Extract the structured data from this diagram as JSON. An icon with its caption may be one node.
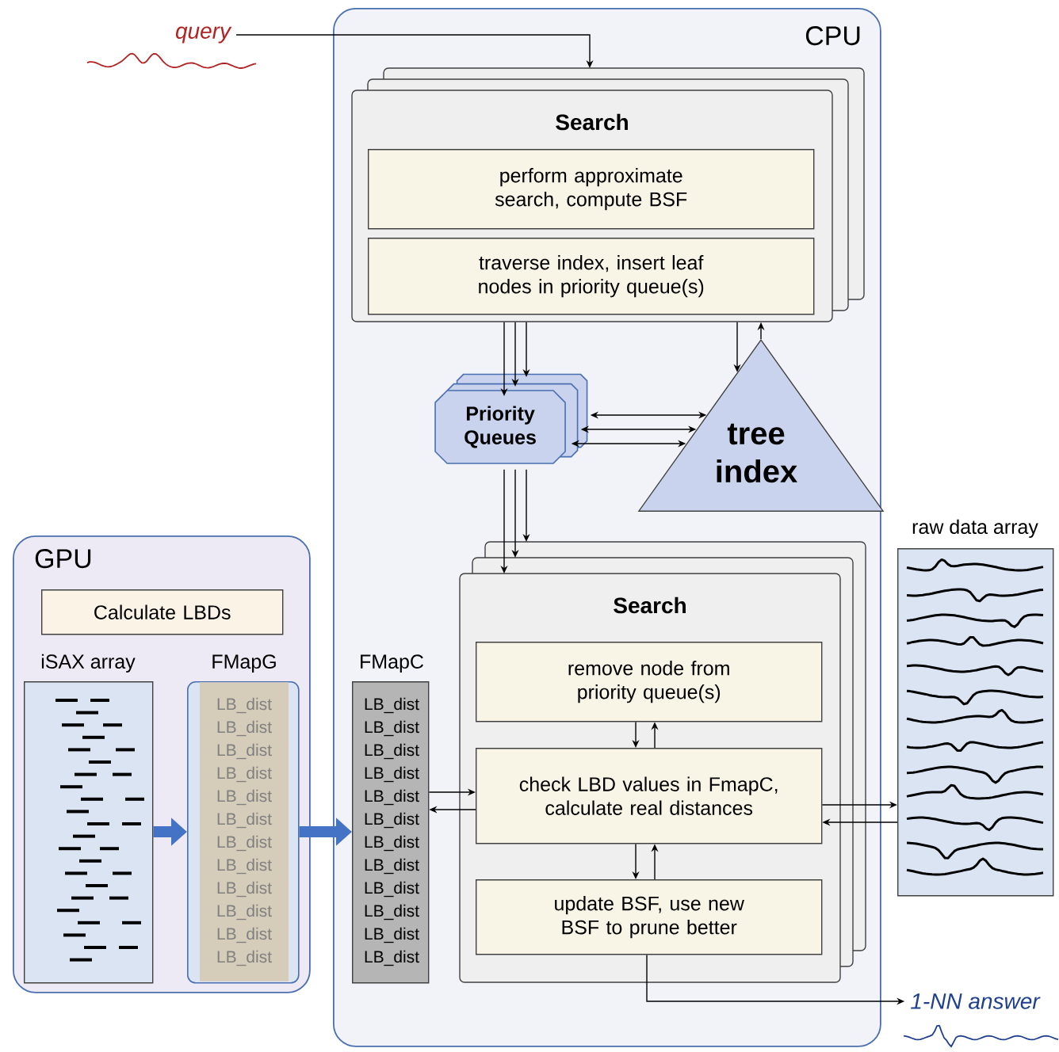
{
  "diagram": {
    "nodes": [
      {
        "text": [
          "CPU"
        ]
      },
      {
        "text": [
          "Search"
        ],
        "in": 0
      },
      {
        "text": [
          "perform approximate search, compute BSF"
        ],
        "in": 1
      },
      {
        "text": [
          "traverse index, insert leaf nodes in priority queue(s)"
        ],
        "in": 1
      },
      {
        "text": [
          "Priority Queues"
        ],
        "in": 0
      },
      {
        "text": [
          "tree index"
        ],
        "in": 0
      },
      {
        "text": [
          "Search"
        ],
        "in": 0
      },
      {
        "text": [
          "remove node from priority queue(s)"
        ],
        "in": 6
      },
      {
        "text": [
          "check LBD values in FmapC, calculate real distances"
        ],
        "in": 6
      },
      {
        "text": [
          "update BSF, use new BSF to prune better"
        ],
        "in": 6
      },
      {
        "text": [
          "FMapC",
          "LB_dist",
          "LB_dist",
          "LB_dist",
          "LB_dist",
          "LB_dist",
          "LB_dist",
          "LB_dist",
          "LB_dist",
          "LB_dist",
          "LB_dist",
          "LB_dist",
          "LB_dist"
        ],
        "in": 0
      },
      {
        "text": [
          "GPU"
        ]
      },
      {
        "text": [
          "Calculate LBDs"
        ],
        "in": 11
      },
      {
        "text": [
          "iSAX array"
        ],
        "in": 11
      },
      {
        "text": [
          "FMapG",
          "LB_dist",
          "LB_dist",
          "LB_dist",
          "LB_dist",
          "LB_dist",
          "LB_dist",
          "LB_dist",
          "LB_dist",
          "LB_dist",
          "LB_dist",
          "LB_dist",
          "LB_dist"
        ],
        "in": 11
      },
      {
        "text": [
          "raw data array"
        ]
      },
      {
        "text": [
          "query"
        ]
      },
      {
        "text": [
          "1-NN answer"
        ]
      }
    ],
    "edges": [
      {
        "from": 16,
        "to": 1,
        "arrow": "to"
      },
      {
        "from": 1,
        "to": 4,
        "arrow": "to"
      },
      {
        "from": 1,
        "to": 4,
        "arrow": "to"
      },
      {
        "from": 1,
        "to": 4,
        "arrow": "to"
      },
      {
        "from": 4,
        "to": 5,
        "arrow": "both"
      },
      {
        "from": 4,
        "to": 5,
        "arrow": "both"
      },
      {
        "from": 4,
        "to": 5,
        "arrow": "both"
      },
      {
        "from": 1,
        "to": 5,
        "arrow": "to"
      },
      {
        "from": 5,
        "to": 1,
        "arrow": "to"
      },
      {
        "from": 4,
        "to": 6,
        "arrow": "to"
      },
      {
        "from": 4,
        "to": 6,
        "arrow": "to"
      },
      {
        "from": 4,
        "to": 6,
        "arrow": "to"
      },
      {
        "from": 7,
        "to": 8,
        "arrow": "to"
      },
      {
        "from": 8,
        "to": 7,
        "arrow": "to"
      },
      {
        "from": 8,
        "to": 9,
        "arrow": "to"
      },
      {
        "from": 9,
        "to": 8,
        "arrow": "to"
      },
      {
        "from": 10,
        "to": 8,
        "arrow": "to"
      },
      {
        "from": 8,
        "to": 10,
        "arrow": "to"
      },
      {
        "from": 8,
        "to": 15,
        "arrow": "to"
      },
      {
        "from": 15,
        "to": 8,
        "arrow": "to"
      },
      {
        "from": 9,
        "to": 17,
        "arrow": "to"
      },
      {
        "from": 13,
        "to": 14,
        "arrow": "to",
        "style": "thick",
        "color": "#4472c4"
      },
      {
        "from": 14,
        "to": 10,
        "arrow": "to",
        "style": "thick",
        "color": "#4472c4"
      }
    ]
  }
}
